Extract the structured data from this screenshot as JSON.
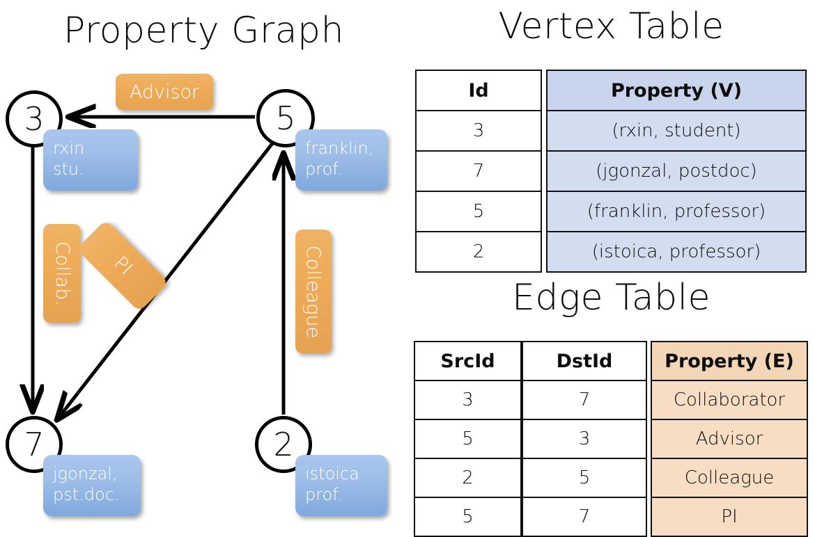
{
  "graph": {
    "title": "Property Graph",
    "nodes": [
      {
        "id": "3",
        "property": "rxin\nstu."
      },
      {
        "id": "5",
        "property": "franklin,\nprof."
      },
      {
        "id": "7",
        "property": "jgonzal,\npst.doc."
      },
      {
        "id": "2",
        "property": "istoica\nprof."
      }
    ],
    "edge_labels": {
      "advisor": "Advisor",
      "collab": "Collab.",
      "pi": "PI",
      "colleague": "Colleague"
    },
    "edges": [
      {
        "src": "5",
        "dst": "3",
        "label": "Advisor"
      },
      {
        "src": "3",
        "dst": "7",
        "label": "Collab."
      },
      {
        "src": "5",
        "dst": "7",
        "label": "PI"
      },
      {
        "src": "2",
        "dst": "5",
        "label": "Colleague"
      }
    ]
  },
  "vertex_table": {
    "title": "Vertex Table",
    "headers": [
      "Id",
      "Property (V)"
    ],
    "rows": [
      {
        "id": "3",
        "property": "(rxin, student)"
      },
      {
        "id": "7",
        "property": "(jgonzal, postdoc)"
      },
      {
        "id": "5",
        "property": "(franklin, professor)"
      },
      {
        "id": "2",
        "property": "(istoica, professor)"
      }
    ]
  },
  "edge_table": {
    "title": "Edge Table",
    "headers": [
      "SrcId",
      "DstId",
      "Property (E)"
    ],
    "rows": [
      {
        "src": "3",
        "dst": "7",
        "property": "Collaborator"
      },
      {
        "src": "5",
        "dst": "3",
        "property": "Advisor"
      },
      {
        "src": "2",
        "dst": "5",
        "property": "Colleague"
      },
      {
        "src": "5",
        "dst": "7",
        "property": "PI"
      }
    ]
  },
  "colors": {
    "vertex_property_fill": "#d3ddf0",
    "edge_property_fill": "#f7ddc3",
    "node_box_blue": "#9fbfe8",
    "edge_label_orange": "#eeab58",
    "stroke": "#000000"
  }
}
